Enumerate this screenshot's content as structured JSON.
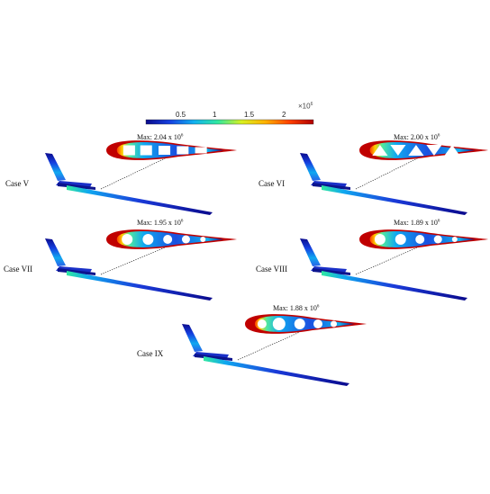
{
  "colorbar": {
    "ticks": [
      "0.5",
      "1",
      "1.5",
      "2"
    ],
    "exponent_base": "×10",
    "exponent_power": "6",
    "colors": [
      "#0a0a8c",
      "#1540e0",
      "#10b0f0",
      "#30e8a0",
      "#d8f020",
      "#ffb000",
      "#ff4000",
      "#b00000"
    ]
  },
  "cases": [
    {
      "label": "Case V",
      "max_prefix": "Max: 2.04 x 10",
      "max_power": "6",
      "hole_style": "rect"
    },
    {
      "label": "Case VI",
      "max_prefix": "Max: 2.00 x 10",
      "max_power": "6",
      "hole_style": "triangle"
    },
    {
      "label": "Case VII",
      "max_prefix": "Max: 1.95 x 10",
      "max_power": "6",
      "hole_style": "circle"
    },
    {
      "label": "Case VIII",
      "max_prefix": "Max: 1.89 x 10",
      "max_power": "6",
      "hole_style": "circle"
    },
    {
      "label": "Case IX",
      "max_prefix": "Max: 1.88 x 10",
      "max_power": "6",
      "hole_style": "circle-large"
    }
  ]
}
